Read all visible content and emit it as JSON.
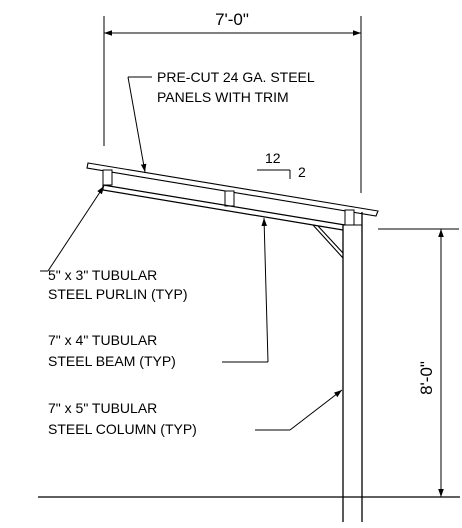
{
  "dimensions": {
    "width_label": "7'-0\"",
    "height_label": "8'-0\""
  },
  "slope": {
    "run": "12",
    "rise": "2"
  },
  "callouts": {
    "panels": [
      "PRE-CUT 24 GA. STEEL",
      "PANELS WITH TRIM"
    ],
    "purlin": [
      "5\" x 3\" TUBULAR",
      "STEEL PURLIN (TYP)"
    ],
    "beam": [
      "7\" x 4\" TUBULAR",
      "STEEL BEAM (TYP)"
    ],
    "column": [
      "7\" x 5\" TUBULAR",
      "STEEL COLUMN (TYP)"
    ]
  }
}
